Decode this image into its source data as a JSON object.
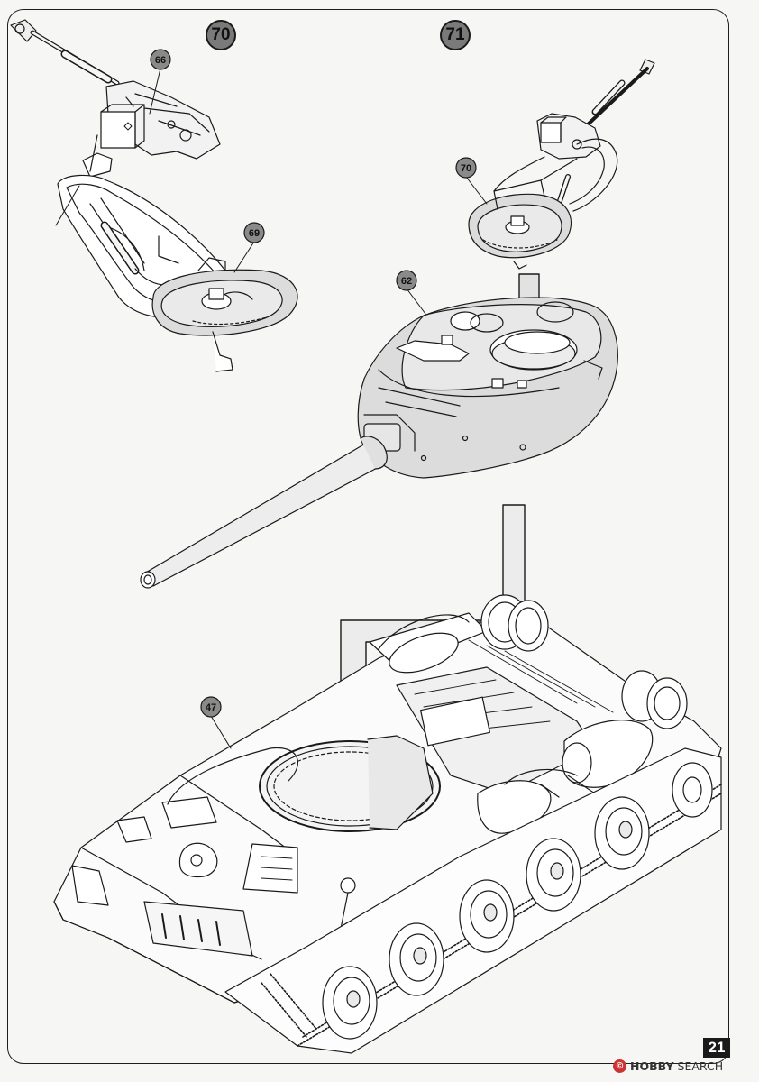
{
  "steps": {
    "step_a": "70",
    "step_b": "71"
  },
  "callouts": {
    "c66": "66",
    "c69": "69",
    "c70": "70",
    "c62": "62",
    "c47": "47"
  },
  "page_number": "21",
  "watermark": {
    "logo_text": "©",
    "brand": "HOBBY",
    "suffix": "SEARCH"
  },
  "colors": {
    "part_fill": "#dcdcdc",
    "arrow_fill": "#ececec",
    "ink": "#1a1a1a",
    "badge": "#7a7a7a"
  }
}
